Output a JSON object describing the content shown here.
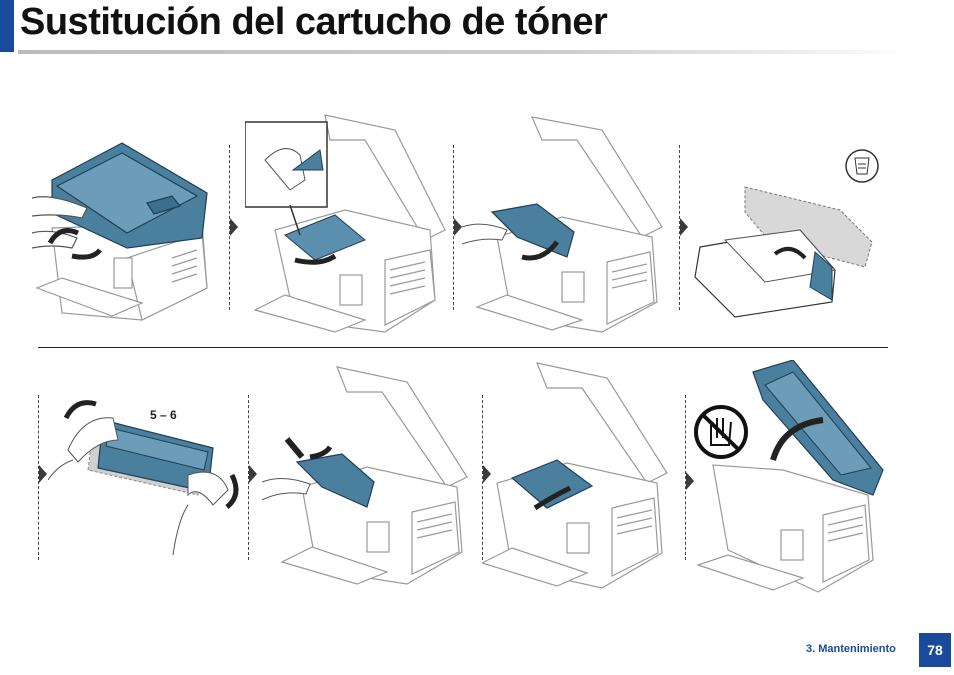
{
  "page": {
    "title": "Sustitución del cartucho de tóner",
    "footer_section": "3. Mantenimiento",
    "page_number": "78"
  },
  "steps": {
    "step_5_6_label": "5 – 6"
  },
  "colors": {
    "brand_blue": "#1a4a9c",
    "accent_teal": "#3a6f8e",
    "line_gray": "#9a9a9a"
  },
  "icons": [
    "arrow-right-icon",
    "recycle-toner-icon",
    "no-touch-hand-icon"
  ]
}
